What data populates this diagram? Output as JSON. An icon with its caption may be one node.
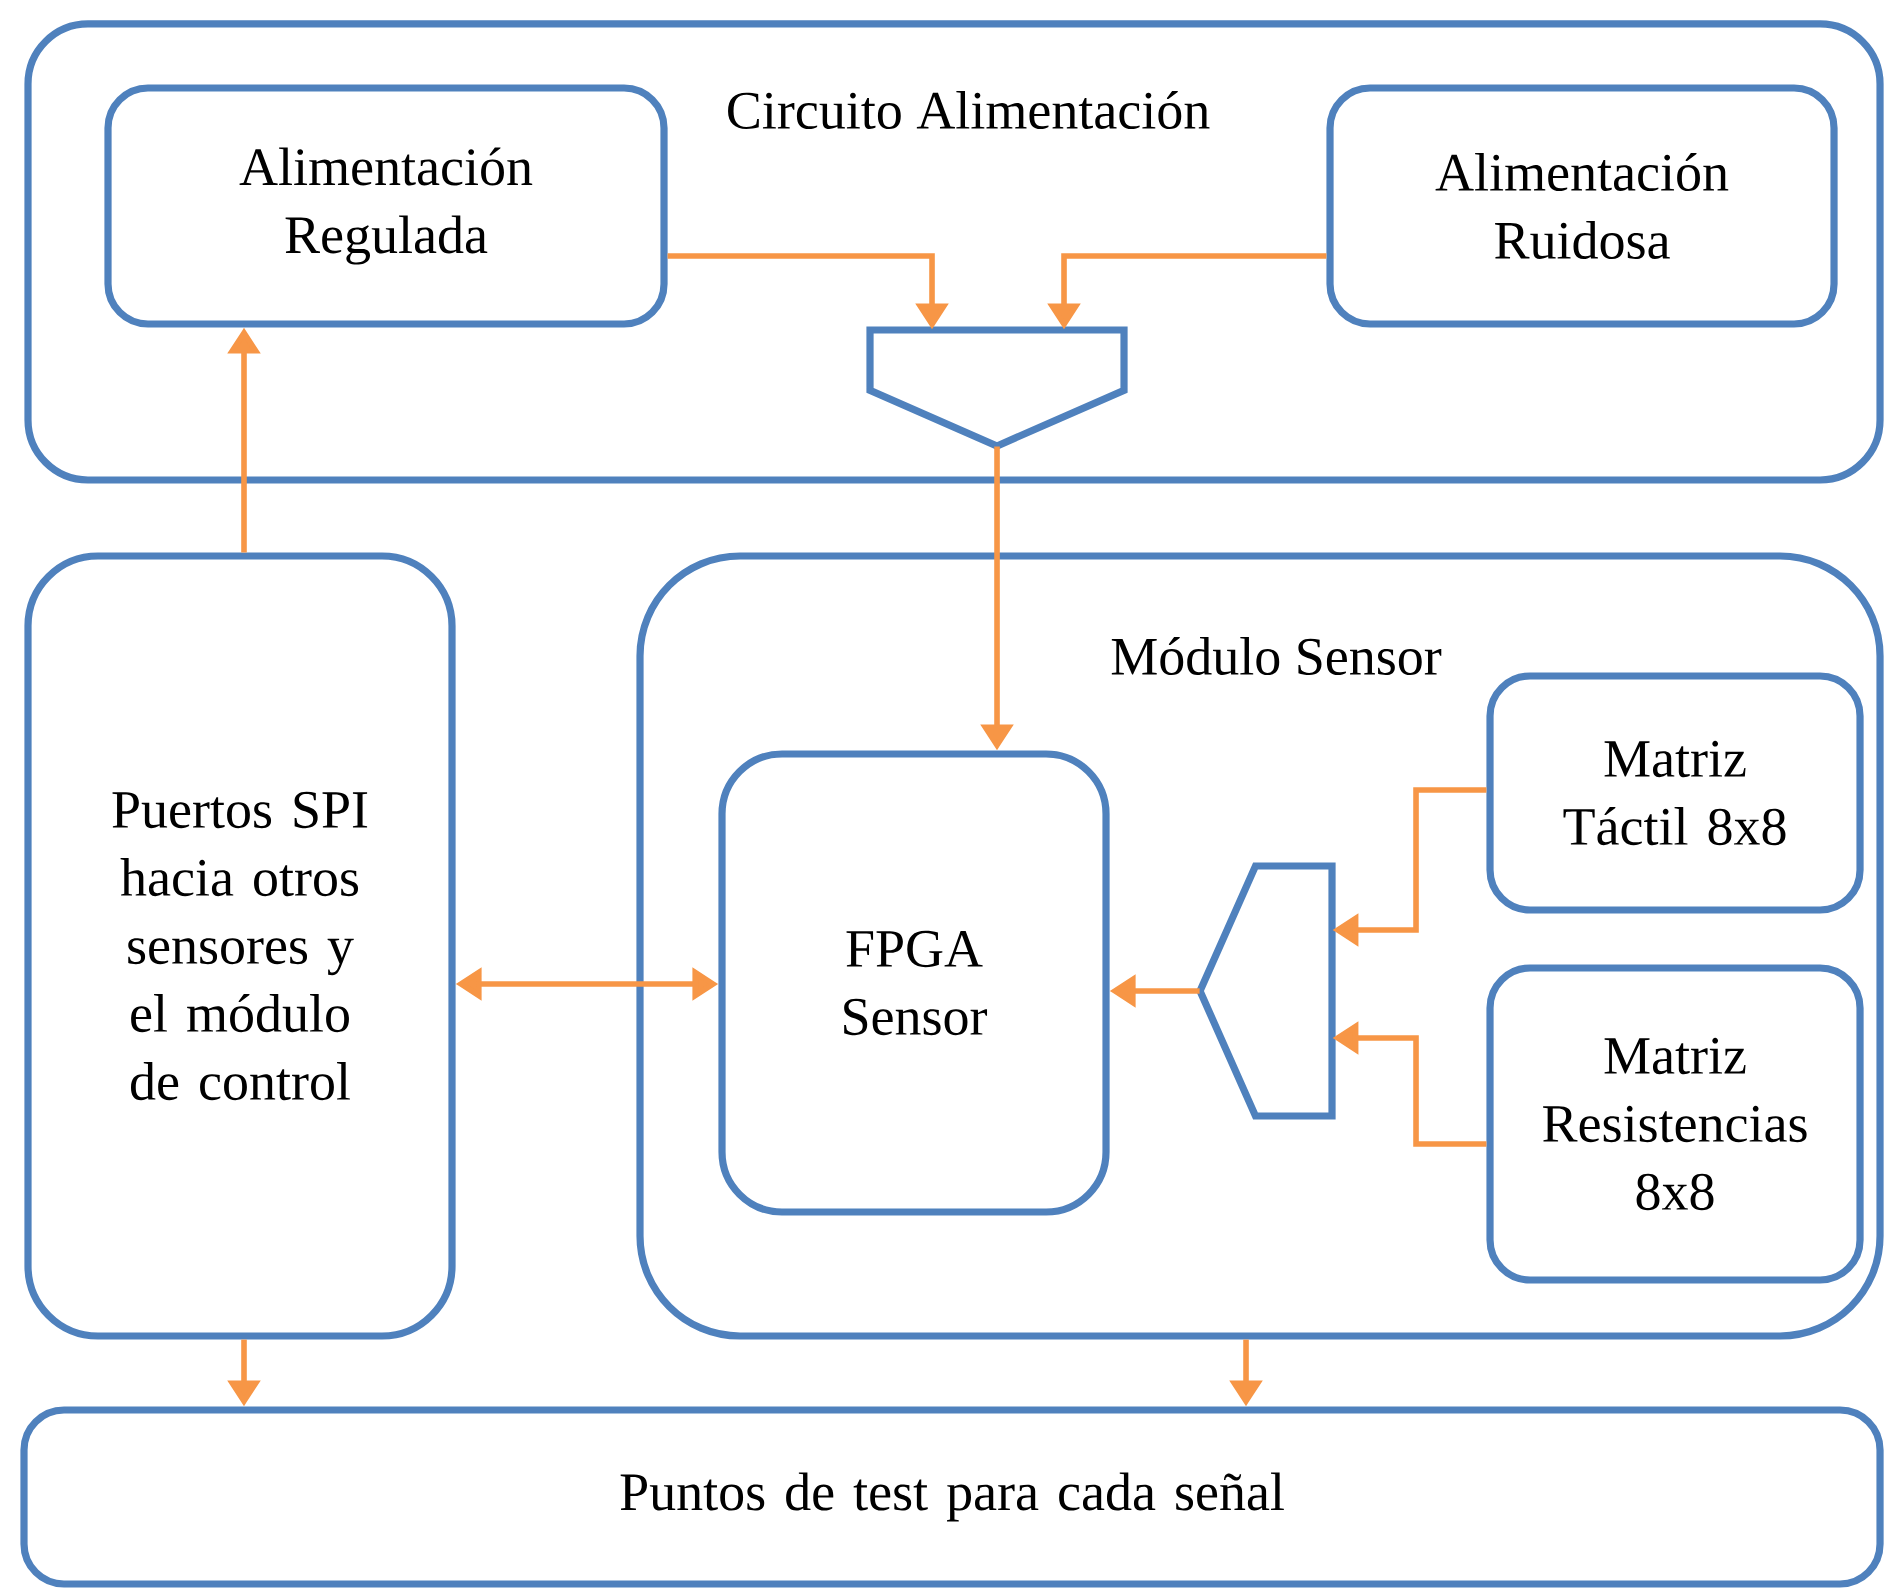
{
  "diagram": {
    "nodes": [
      {
        "text": [
          "Circuito Alimentación"
        ]
      },
      {
        "text": [
          "Alimentación Regulada"
        ],
        "in": 0
      },
      {
        "text": [
          "Alimentación Ruidosa"
        ],
        "in": 0
      },
      {
        "text": [],
        "shape": "trapezoid",
        "in": 0
      },
      {
        "text": [
          "Puertos SPI hacia otros sensores y el módulo de control"
        ]
      },
      {
        "text": [
          "Módulo Sensor"
        ]
      },
      {
        "text": [
          "FPGA Sensor"
        ],
        "in": 5
      },
      {
        "text": [],
        "shape": "trapezoid",
        "in": 5
      },
      {
        "text": [
          "Matriz Táctil 8x8"
        ],
        "in": 5
      },
      {
        "text": [
          "Matriz Resistencias 8x8"
        ],
        "in": 5
      },
      {
        "text": [
          "Puntos de test para cada señal"
        ]
      }
    ],
    "edges": [
      {
        "from": 1,
        "to": 3,
        "arrow": "to"
      },
      {
        "from": 2,
        "to": 3,
        "arrow": "to"
      },
      {
        "from": 3,
        "to": 6,
        "arrow": "to"
      },
      {
        "from": 4,
        "to": 1,
        "arrow": "to"
      },
      {
        "from": 4,
        "to": 6,
        "arrow": "both"
      },
      {
        "from": 8,
        "to": 7,
        "arrow": "to"
      },
      {
        "from": 9,
        "to": 7,
        "arrow": "to"
      },
      {
        "from": 7,
        "to": 6,
        "arrow": "to"
      },
      {
        "from": 4,
        "to": 10,
        "arrow": "to"
      },
      {
        "from": 5,
        "to": 10,
        "arrow": "to"
      }
    ]
  }
}
